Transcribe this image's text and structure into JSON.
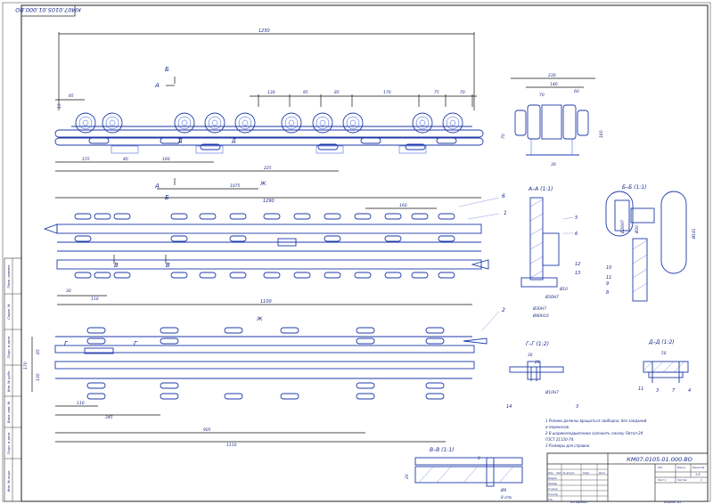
{
  "drawing": {
    "code_top": "КМ07.0105.01.000.ВО",
    "code_title": "КМ07.0105.01.000.ВО",
    "title_lines": [
      "Секция средняя",
      "пластинчатого захвата",
      "Чертеж общего вида"
    ],
    "org_lines": [
      "КФ МГТУ им. Н. Э. Баумана",
      "ПТМ-СТ-121"
    ],
    "scale": "1:5",
    "sheet_total": "1",
    "sheet_label": "Лист",
    "sheets_label": "Листов",
    "lit_label": "Лит.",
    "mass_label": "Масса",
    "scale_label": "Масштаб",
    "format": "Формат   А1",
    "copied": "Копировал",
    "sheet_no": "Лист 1"
  },
  "notes": [
    "1 Ролики должны вращаться свободно, без заеданий",
    "   и перекосов.",
    "2 В шарикоподшипники заложить смазку Литол-24",
    "   ГОСТ 21150-74.",
    "3 Размеры для справок."
  ],
  "sections": {
    "aa": "А–А (1:1)",
    "bb": "Б–Б (1:1)",
    "gg": "Г–Г (1:2)",
    "dd": "Д–Д (1:2)",
    "vv": "В–В (1:1)",
    "zh": "Ж"
  },
  "markers": {
    "A": "А",
    "B": "Б",
    "V": "В",
    "G": "Г",
    "D": "Д",
    "ZH": "Ж"
  },
  "dims_top": {
    "d1250": "1250",
    "d130": "130",
    "d85a": "85",
    "d85b": "85",
    "d170": "170",
    "d75": "75",
    "d70": "70",
    "d85l": "85",
    "d15": "15",
    "d155": "155",
    "d40": "40",
    "d160": "160",
    "d225": "225",
    "d1075": "1075",
    "d1290": "1290"
  },
  "dims_side": {
    "d230": "230",
    "d140": "140",
    "d70a": "70",
    "d60": "60",
    "d70b": "70",
    "d160": "160",
    "d30": "30"
  },
  "dims_mid": {
    "d160": "160",
    "d30": "30",
    "d110": "110",
    "d1100": "1100"
  },
  "dims_bot": {
    "d85": "85",
    "d170": "170",
    "d130": "130",
    "d110": "110",
    "d345": "345",
    "d905": "905",
    "d1110": "1110"
  },
  "dims_sec": {
    "aa1": "Ø30H7",
    "aa2": "Ø40H10",
    "aa3": "Ø30H7",
    "aa4": "Ø10",
    "bb1": "Ø26H7",
    "bb2": "Ø30",
    "bb3": "Ø181",
    "gg1": "30",
    "gg2": "20",
    "gg3": "Ø10H7",
    "dd1": "50",
    "vv1": "20",
    "vv2": "8",
    "vv3": "Ø8",
    "vv4": "8 отв."
  },
  "positions": {
    "p1": "1",
    "p2": "2",
    "p3": "3",
    "p4": "4",
    "p5": "5",
    "p6": "6",
    "p6b": "6",
    "p7": "7",
    "p8": "8",
    "p9": "9",
    "p10": "10",
    "p11": "11",
    "p12": "12",
    "p13": "13",
    "p14": "14"
  },
  "title_cells": {
    "izm": "Изм.",
    "list": "Лист",
    "ndoc": "№ докум.",
    "podp": "Подп.",
    "data": "Дата",
    "razrab": "Разраб.",
    "prov": "Провер.",
    "tkontr": "Т.контр.",
    "nkontr": "Н.контр.",
    "utv": "Утв."
  },
  "left_strip": [
    "Перв. примен.",
    "Справ. №",
    "Подп. и дата",
    "Инв. № дубл.",
    "Взам. инв. №",
    "Подп. и дата",
    "Инв. № подл."
  ]
}
